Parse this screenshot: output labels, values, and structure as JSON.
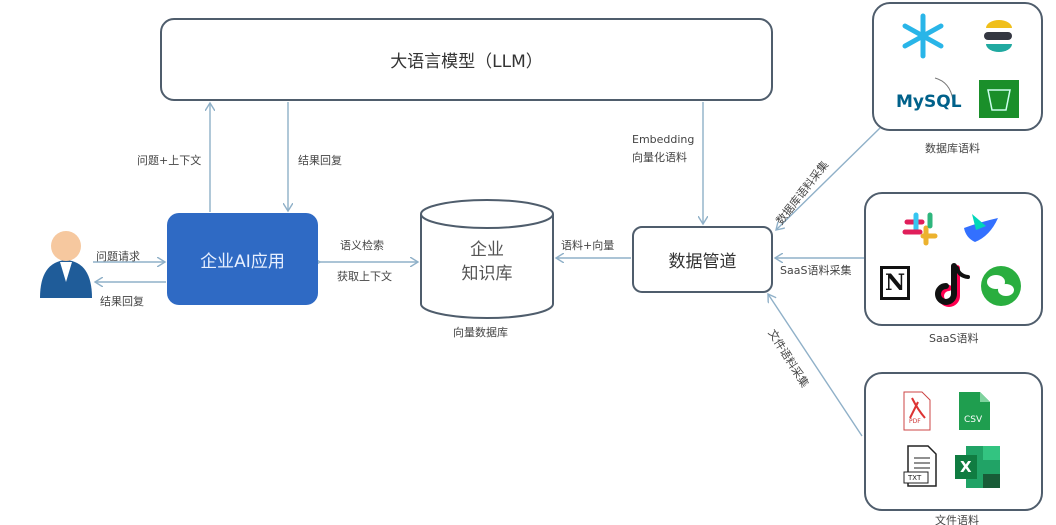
{
  "llm": {
    "label": "大语言模型（LLM）"
  },
  "app": {
    "label": "企业AI应用"
  },
  "knowledge_base": {
    "label_line1": "企业",
    "label_line2": "知识库",
    "caption": "向量数据库"
  },
  "pipeline": {
    "label": "数据管道"
  },
  "edges": {
    "question_context": "问题+上下文",
    "llm_reply": "结果回复",
    "user_request": "问题请求",
    "user_reply": "结果回复",
    "semantic_search": "语义检索",
    "get_context": "获取上下文",
    "corpus_vector": "语料+向量",
    "embedding_line1": "Embedding",
    "embedding_line2": "向量化语料",
    "db_collect": "数据库语料采集",
    "saas_collect": "SaaS语料采集",
    "file_collect": "文件语料采集"
  },
  "sources": {
    "database": {
      "caption": "数据库语料",
      "icons": [
        "snowflake-icon",
        "elastic-icon",
        "mysql-icon",
        "s3-bucket-icon"
      ],
      "mysql_text": "MySQL"
    },
    "saas": {
      "caption": "SaaS语料",
      "icons": [
        "slack-icon",
        "feishu-icon",
        "notion-icon",
        "tiktok-icon",
        "wechat-icon"
      ],
      "notion_text": "N"
    },
    "file": {
      "caption": "文件语料",
      "icons": [
        "pdf-icon",
        "csv-icon",
        "txt-icon",
        "excel-icon"
      ],
      "pdf_text": "PDF",
      "csv_text": "CSV",
      "txt_text": "TXT",
      "excel_text": "X"
    }
  },
  "colors": {
    "app_fill": "#2f6ac4",
    "arrow": "#8fb0c8",
    "border": "#4f5d6c"
  }
}
